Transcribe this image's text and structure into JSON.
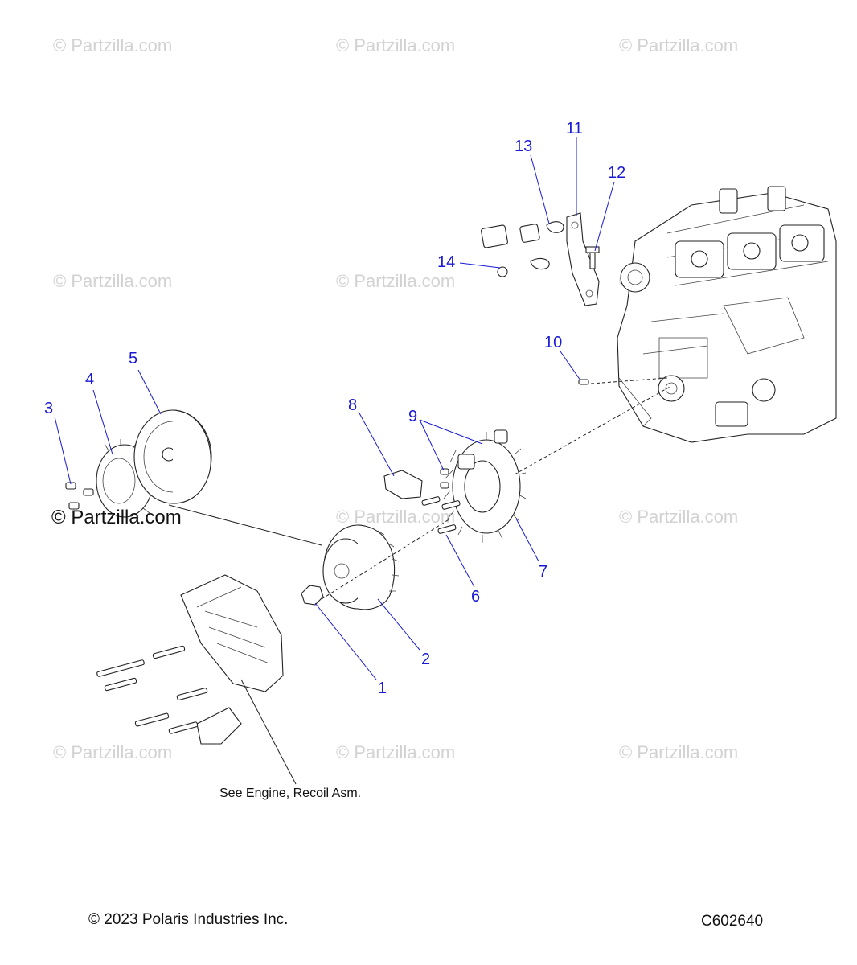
{
  "watermark": "© Partzilla.com",
  "watermark_strong": "© Partzilla.com",
  "callouts": [
    "1",
    "2",
    "3",
    "4",
    "5",
    "6",
    "7",
    "8",
    "9",
    "10",
    "11",
    "12",
    "13",
    "14"
  ],
  "note": "See Engine, Recoil Asm.",
  "footer": {
    "copyright": "© 2023 Polaris Industries Inc.",
    "code": "C602640"
  },
  "colors": {
    "callout": "#1a1ad6",
    "watermark": "#d2d2d2",
    "line": "#222222"
  }
}
